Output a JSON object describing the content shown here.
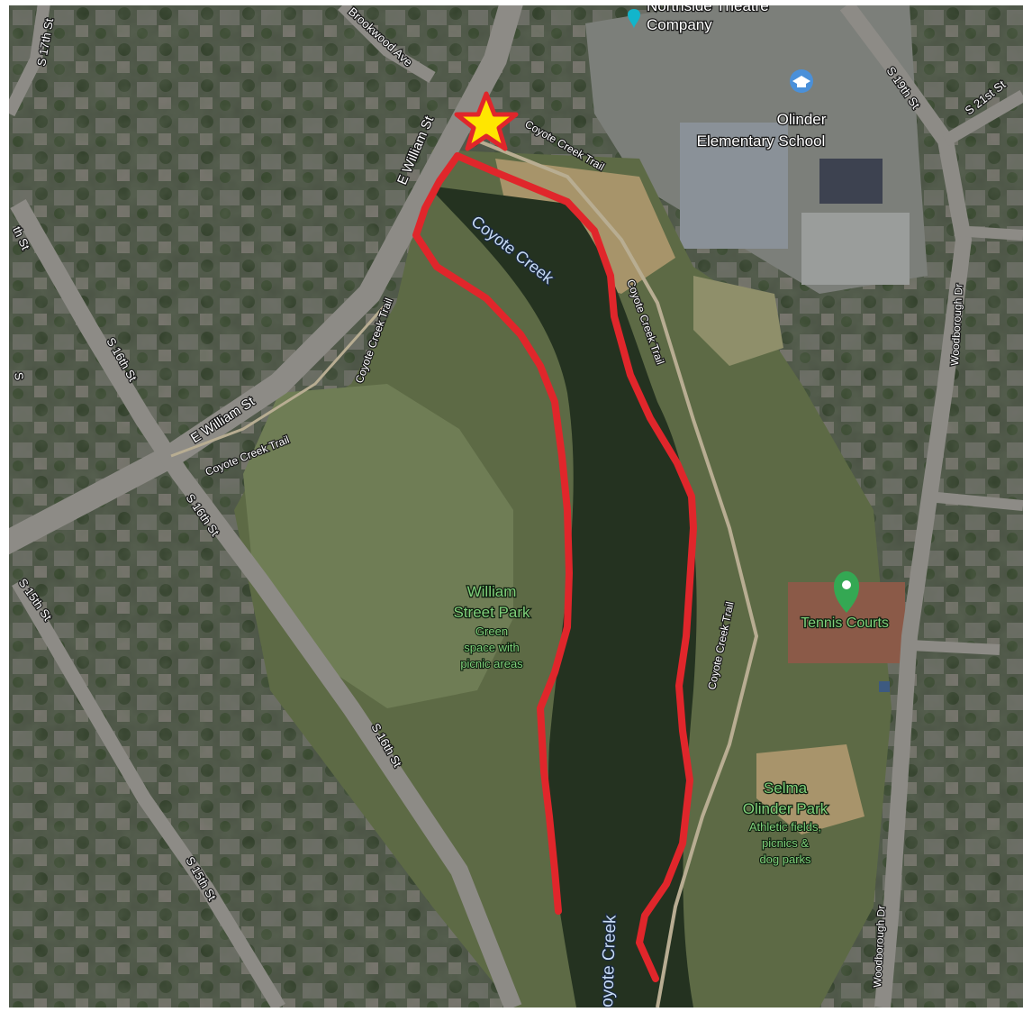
{
  "map": {
    "streets": {
      "s17th_top": "S 17th St",
      "brookwood": "Brookwood Ave",
      "e_william_upper": "E William St",
      "e_william_lower": "E William St",
      "s16th_left": "S 16th St",
      "s16th_mid": "S 16th St",
      "s16th_low": "S 16th St",
      "s15th_upper": "S 15th St",
      "s15th_lower": "S 15th St",
      "s19th": "S 19th St",
      "s21st": "S 21st St",
      "woodborough_upper": "Woodborough Dr",
      "woodborough_lower": "Woodborough Dr",
      "left_edge_th": "th St",
      "left_edge_s": "S"
    },
    "trails": {
      "top": "Coyote Creek Trail",
      "west_diag": "Coyote Creek Trail",
      "west_lower": "Coyote Creek Trail",
      "east_upper": "Coyote Creek Trail",
      "east_lower": "Coyote Creek Trail"
    },
    "water": {
      "upper": "Coyote Creek",
      "lower": "oyote Creek"
    },
    "pois": {
      "theatre_line1": "Northside Theatre",
      "theatre_line2": "Company",
      "school_line1": "Olinder",
      "school_line2": "Elementary School",
      "tennis": "Tennis Courts"
    },
    "parks": {
      "william_name1": "William",
      "william_name2": "Street Park",
      "william_desc1": "Green",
      "william_desc2": "space with",
      "william_desc3": "picnic areas",
      "selma_name1": "Selma",
      "selma_name2": "Olinder Park",
      "selma_desc1": "Athletic fields,",
      "selma_desc2": "picnics &",
      "selma_desc3": "dog parks"
    },
    "colors": {
      "route": "#e0262b",
      "star_fill": "#ffe600",
      "star_stroke": "#e0262b",
      "poi_education": "#4a90d9",
      "poi_park": "#34a853",
      "poi_theatre": "#12b5cb"
    },
    "icons": {
      "start_marker": "star-marker-icon",
      "school": "graduation-cap-icon",
      "tennis": "map-pin-icon",
      "theatre": "theatre-icon"
    }
  }
}
